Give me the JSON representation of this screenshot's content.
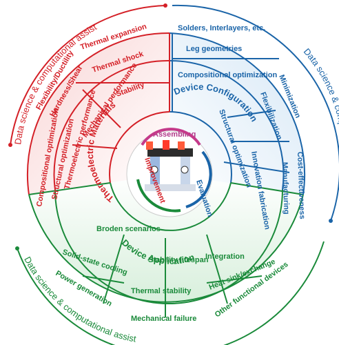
{
  "outer_labels": {
    "red": "Data science & computational assist",
    "blue": "Data science & computational assist",
    "green": "Data science & computational assist"
  },
  "sectors": {
    "red": {
      "title": "Thermoelectric Materials",
      "inner": [
        "Thermoelectric performance",
        "Mechanical performance"
      ],
      "outer_a": [
        "Compositional optimization",
        "Structural optimization"
      ],
      "outer_b": [
        "Flexibility/Ductility",
        "Hardness/Shear"
      ],
      "outer_c": [
        "Thermal expansion",
        "Thermal shock",
        "Stability"
      ]
    },
    "blue": {
      "title": "Device Configuration",
      "inner": [
        "Compositional optimization",
        "Structural optimization",
        "Innovation fabrication"
      ],
      "top": [
        "Solders, Interlayers, etc.",
        "Leg geometries"
      ],
      "outer": [
        "Minimization",
        "Flexibilization",
        "Cost-effectiveness",
        "Manufacturing"
      ]
    },
    "green": {
      "title": "Device Application",
      "inner": [
        "Broden scenarios",
        "Stability lifespan",
        "Integration"
      ],
      "outer": [
        "Solid-state cooling",
        "Power generation",
        "Thermal stability",
        "Mechanical failure",
        "Heat sink/exchange",
        "Other functional devices"
      ]
    }
  },
  "center": {
    "arrows": [
      "Assembling",
      "Evaluation",
      "Improvement"
    ]
  },
  "colors": {
    "red": "#d42027",
    "blue": "#1a64a8",
    "green": "#1a8a3a"
  }
}
